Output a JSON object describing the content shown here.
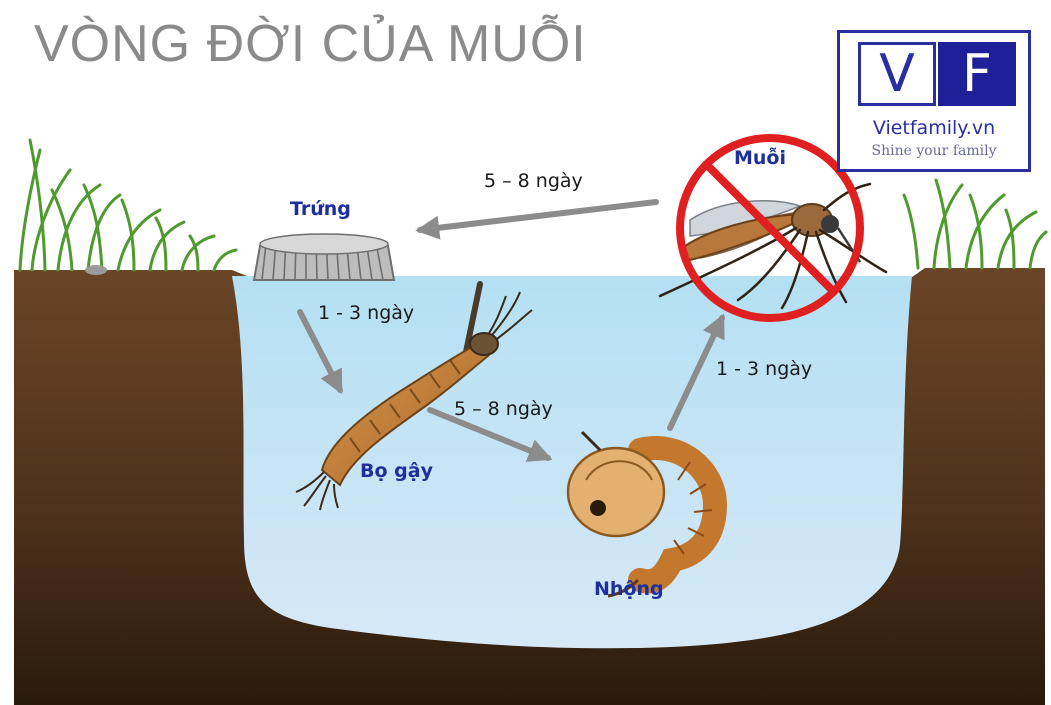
{
  "title": "VÒNG ĐỜI CỦA MUỖI",
  "stages": {
    "egg": "Trứng",
    "larva": "Bọ gậy",
    "pupa": "Nhộng",
    "adult": "Muỗi"
  },
  "durations": {
    "adult_to_egg": "5 – 8 ngày",
    "egg_to_larva": "1 - 3 ngày",
    "larva_to_pupa": "5 – 8 ngày",
    "pupa_to_adult": "1 - 3 ngày"
  },
  "logo": {
    "letter_left": "V",
    "letter_right": "F",
    "site": "Vietfamily.vn",
    "slogan": "Shine your family"
  },
  "icons": [
    "egg-raft-icon",
    "larva-icon",
    "pupa-icon",
    "mosquito-icon",
    "prohibition-sign-icon",
    "grass-icon"
  ],
  "colors": {
    "water": "#a9d8ee",
    "soil": "#5a3a1f",
    "grass": "#4e9a2e",
    "label": "#1c2f9c",
    "arrow": "#8c8c8c",
    "prohibition": "#e02020",
    "logo": "#2a2fa0"
  }
}
